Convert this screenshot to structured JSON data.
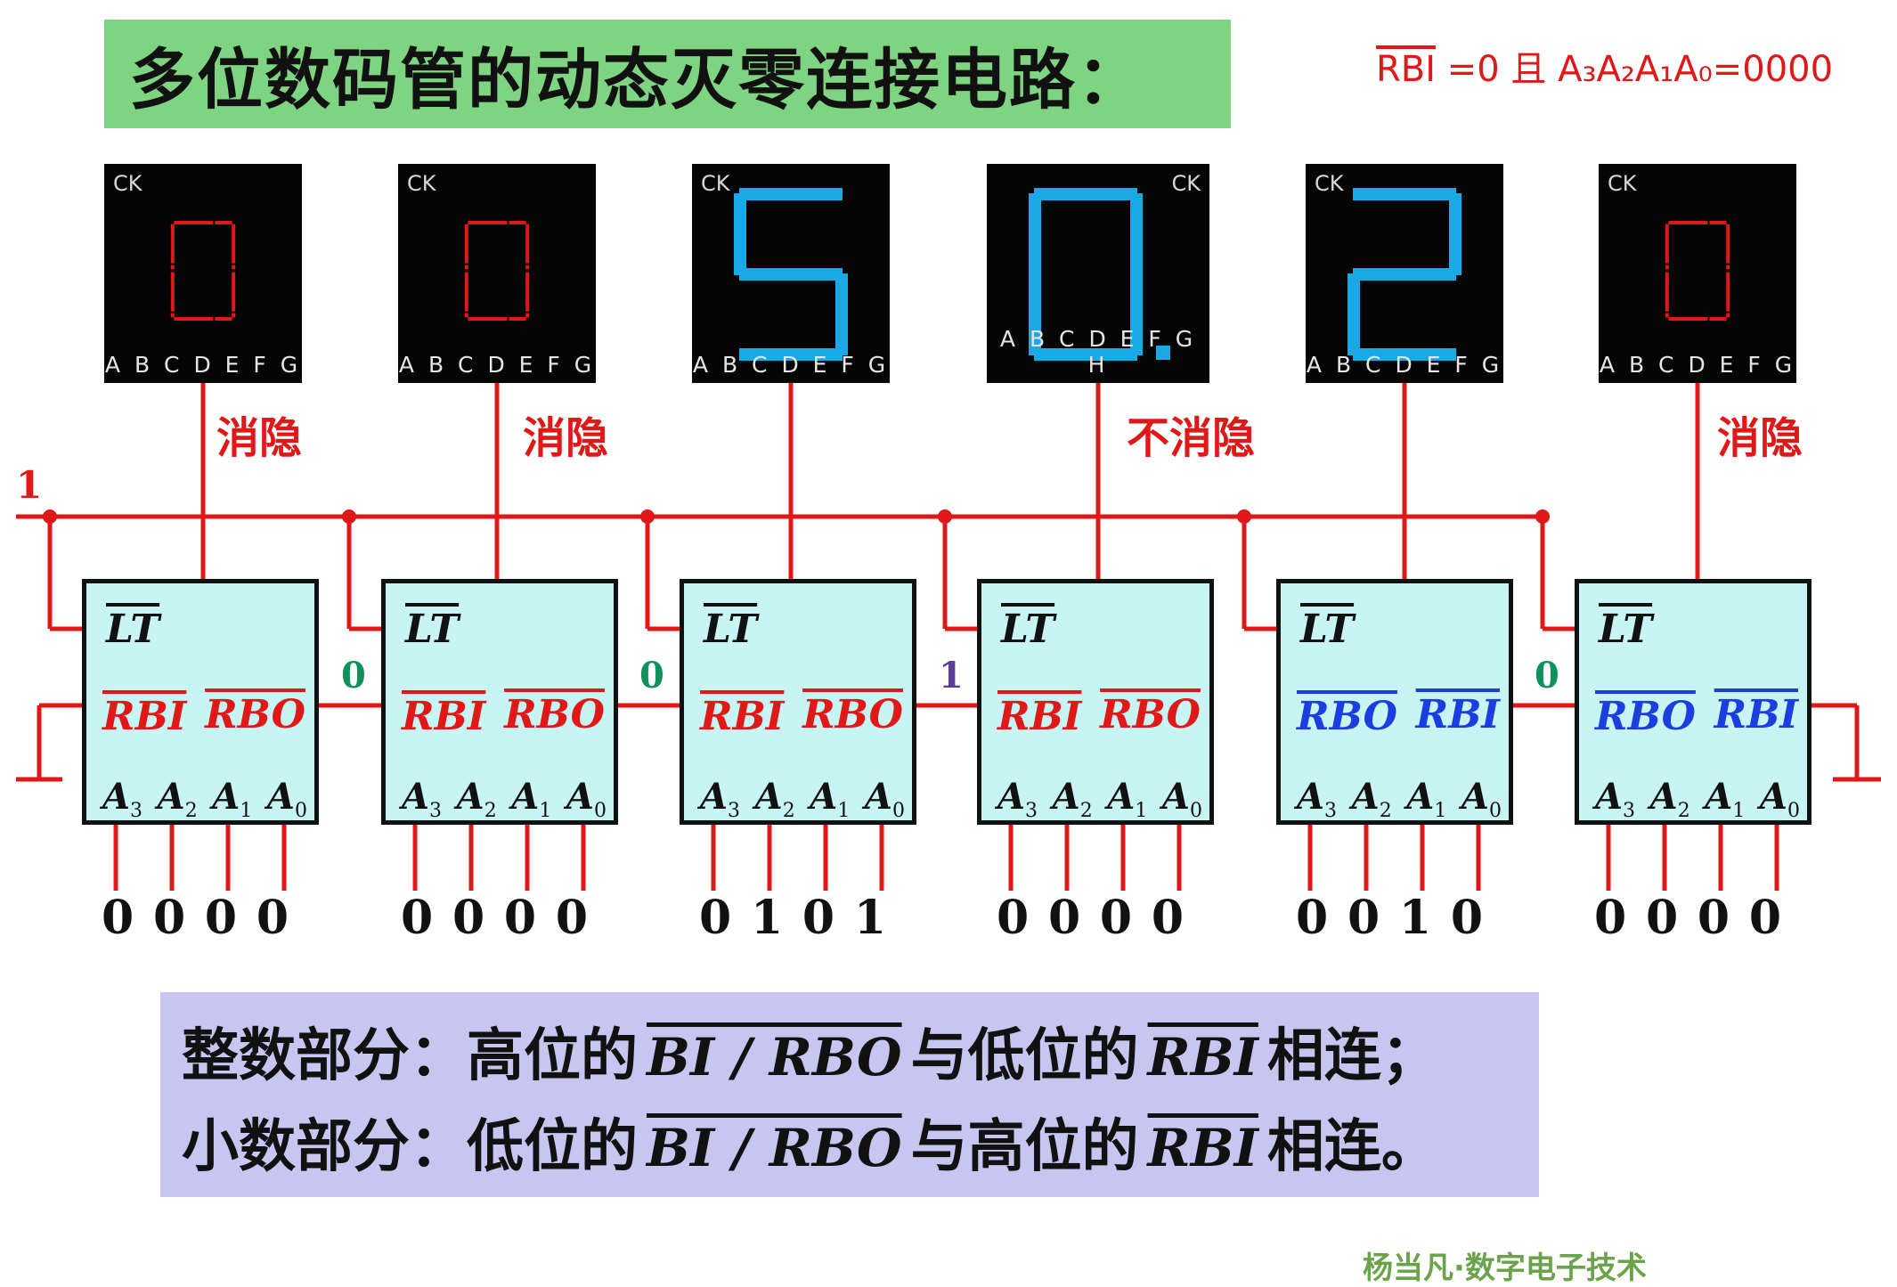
{
  "title": "多位数码管的动态灭零连接电路：",
  "note": {
    "overline": "RBI",
    "text": " =0 且 A₃A₂A₁A₀=0000"
  },
  "footer": "杨当凡·数字电子技术",
  "colors": {
    "red": "#e01818",
    "cyan_segment": "#19a9e6",
    "chip_fill": "#c9f4f4",
    "green_title": "#7ed481",
    "purple_box": "#c6c6f0"
  },
  "input_one": "1",
  "displays": [
    {
      "ck": "CK",
      "pins": "ABCDEFG",
      "digit": "0",
      "lit": false,
      "status": "消隐"
    },
    {
      "ck": "CK",
      "pins": "ABCDEFG",
      "digit": "0",
      "lit": false,
      "status": "消隐"
    },
    {
      "ck": "CK",
      "pins": "ABCDEFG",
      "digit": "5",
      "lit": true,
      "status": ""
    },
    {
      "ck": "CK",
      "pins": "ABCDEFGH",
      "digit": "0",
      "lit": true,
      "dp": true,
      "status": "不消隐"
    },
    {
      "ck": "CK",
      "pins": "ABCDEFG",
      "digit": "2",
      "lit": true,
      "status": ""
    },
    {
      "ck": "CK",
      "pins": "ABCDEFG",
      "digit": "0",
      "lit": false,
      "status": "消隐"
    }
  ],
  "chips": [
    {
      "lt": "LT",
      "left_pin": "RBI",
      "right_pin": "RBO",
      "pin_color": "red",
      "a3": "A",
      "a2": "A",
      "a1": "A",
      "a0": "A",
      "bits": [
        "0",
        "0",
        "0",
        "0"
      ]
    },
    {
      "lt": "LT",
      "left_pin": "RBI",
      "right_pin": "RBO",
      "pin_color": "red",
      "a3": "A",
      "a2": "A",
      "a1": "A",
      "a0": "A",
      "bits": [
        "0",
        "0",
        "0",
        "0"
      ]
    },
    {
      "lt": "LT",
      "left_pin": "RBI",
      "right_pin": "RBO",
      "pin_color": "red",
      "a3": "A",
      "a2": "A",
      "a1": "A",
      "a0": "A",
      "bits": [
        "0",
        "1",
        "0",
        "1"
      ]
    },
    {
      "lt": "LT",
      "left_pin": "RBI",
      "right_pin": "RBO",
      "pin_color": "red",
      "a3": "A",
      "a2": "A",
      "a1": "A",
      "a0": "A",
      "bits": [
        "0",
        "0",
        "0",
        "0"
      ]
    },
    {
      "lt": "LT",
      "left_pin": "RBO",
      "right_pin": "RBI",
      "pin_color": "blue",
      "a3": "A",
      "a2": "A",
      "a1": "A",
      "a0": "A",
      "bits": [
        "0",
        "0",
        "1",
        "0"
      ]
    },
    {
      "lt": "LT",
      "left_pin": "RBO",
      "right_pin": "RBI",
      "pin_color": "blue",
      "a3": "A",
      "a2": "A",
      "a1": "A",
      "a0": "A",
      "bits": [
        "0",
        "0",
        "0",
        "0"
      ]
    }
  ],
  "connection_values": [
    {
      "text": "0",
      "color": "#10905a"
    },
    {
      "text": "0",
      "color": "#10905a"
    },
    {
      "text": "1",
      "color": "#5a3e9a"
    },
    {
      "text": "0",
      "color": "#10905a"
    }
  ],
  "subscripts": [
    "3",
    "2",
    "1",
    "0"
  ],
  "bottom": [
    {
      "head": "整数部分：高位的",
      "sig1": "BI / RBO",
      "mid": "与低位的",
      "sig2": "RBI",
      "tail": "相连；"
    },
    {
      "head": "小数部分：低位的",
      "sig1": "BI / RBO",
      "mid": "与高位的",
      "sig2": "RBI",
      "tail": "相连。"
    }
  ]
}
